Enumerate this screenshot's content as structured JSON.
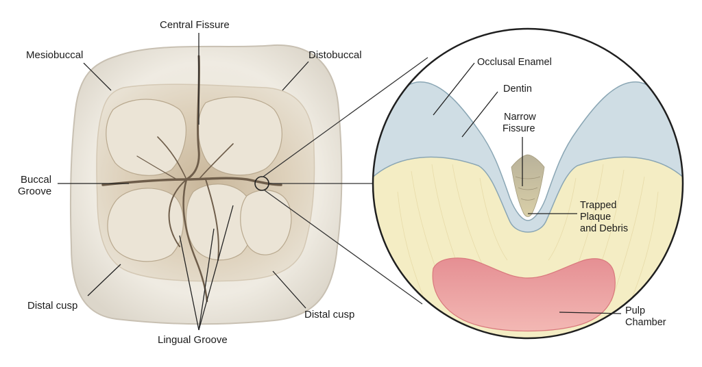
{
  "labels": {
    "central_fissure": "Central Fissure",
    "mesiobuccal": "Mesiobuccal",
    "distobuccal": "Distobuccal",
    "buccal_groove": [
      "Buccal",
      "Groove"
    ],
    "distal_cusp_left": "Distal cusp",
    "distal_cusp_right": "Distal cusp",
    "lingual_groove": "Lingual Groove",
    "occlusal_enamel": "Occlusal Enamel",
    "dentin": "Dentin",
    "narrow_fissure": [
      "Narrow",
      "Fissure"
    ],
    "trapped_plaque": [
      "Trapped",
      "Plaque",
      "and Debris"
    ],
    "pulp_chamber": [
      "Pulp",
      "Chamber"
    ]
  },
  "colors": {
    "tooth_outer": "#eeeae0",
    "tooth_fossa": "#d9cdb8",
    "fissure": "#6e5d4a",
    "enamel": "#cfdde4",
    "dentin": "#f4edc4",
    "pulp": "#e89a9a",
    "leader": "#222222"
  }
}
